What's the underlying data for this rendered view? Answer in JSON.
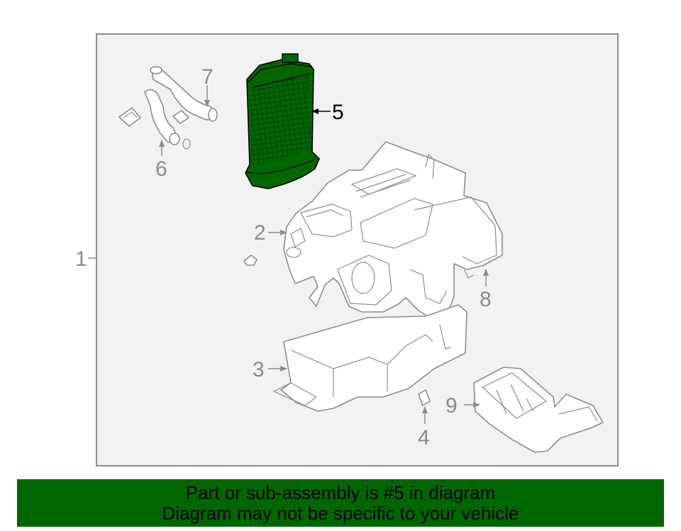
{
  "diagram": {
    "callouts": {
      "c1": "1",
      "c2": "2",
      "c3": "3",
      "c4": "4",
      "c5": "5",
      "c6": "6",
      "c7": "7",
      "c8": "8",
      "c9": "9"
    },
    "highlighted_part": "5",
    "highlight_color": "#006600"
  },
  "banner": {
    "line1": "Part or sub-assembly is #5 in diagram",
    "line2": "Diagram may not be specific to your vehicle",
    "background": "#006600"
  }
}
